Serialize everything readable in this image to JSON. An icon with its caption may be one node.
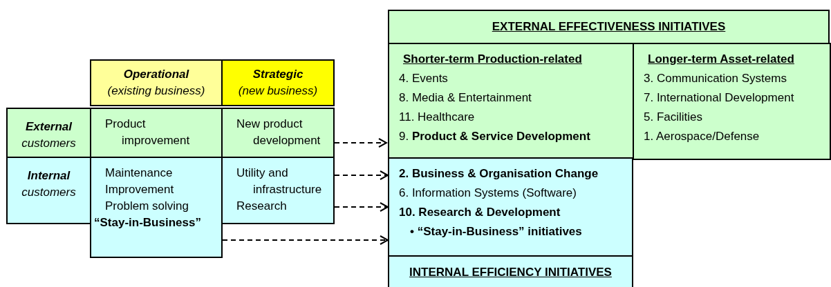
{
  "diagram": {
    "nodes": [
      {
        "text": [
          "Operational",
          "(existing business)"
        ]
      },
      {
        "text": [
          "Strategic",
          "(new business)"
        ]
      },
      {
        "text": [
          "External",
          "customers"
        ]
      },
      {
        "text": [
          "Product improvement"
        ]
      },
      {
        "text": [
          "New product development"
        ]
      },
      {
        "text": [
          "Internal",
          "customers"
        ]
      },
      {
        "text": [
          "Maintenance",
          "Improvement",
          "Problem solving",
          "“Stay-in-Business”"
        ]
      },
      {
        "text": [
          "Utility and infrastructure",
          "Research"
        ]
      },
      {
        "text": [
          "EXTERNAL EFFECTIVENESS INITIATIVES"
        ]
      },
      {
        "text": [
          "Shorter-term Production-related",
          "4. Events",
          "8. Media & Entertainment",
          "11. Healthcare",
          "9. **Product & Service Development**"
        ],
        "in": 8
      },
      {
        "text": [
          "Longer-term Asset-related",
          "3. Communication Systems",
          "7. International Development",
          "5. Facilities",
          "1. Aerospace/Defense"
        ],
        "in": 8
      },
      {
        "text": [
          "2. Business & Organisation Change",
          "6. Information Systems (Software)",
          "10. Research & Development",
          "• “Stay-in-Business” initiatives"
        ]
      },
      {
        "text": [
          "INTERNAL EFFICIENCY INITIATIVES"
        ]
      }
    ],
    "edges": [
      {
        "from": 4,
        "to": 9,
        "arrow": "to",
        "style": "dashed"
      },
      {
        "from": 7,
        "to": 11,
        "arrow": "to",
        "style": "dashed"
      },
      {
        "from": 7,
        "to": 11,
        "arrow": "to",
        "style": "dashed"
      },
      {
        "from": 6,
        "to": 11,
        "arrow": "to",
        "style": "dashed"
      }
    ]
  }
}
